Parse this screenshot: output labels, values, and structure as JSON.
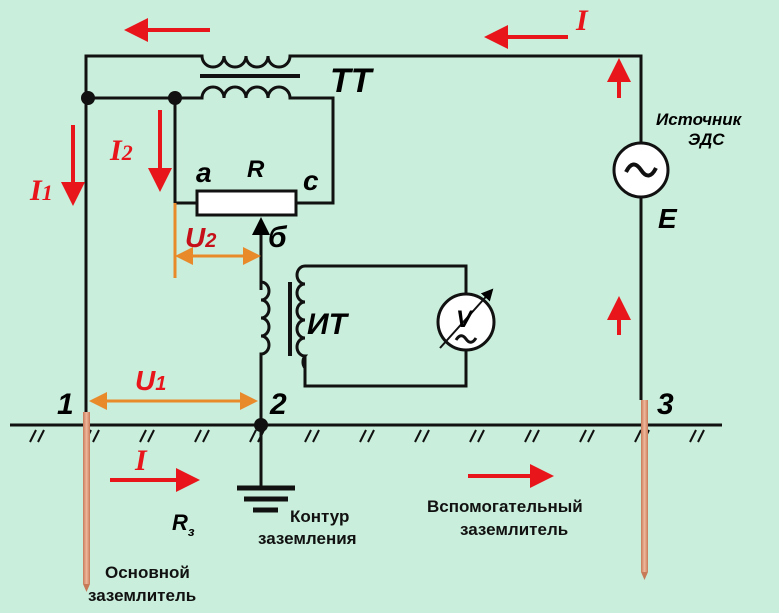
{
  "labels": {
    "tt": "ТТ",
    "it": "ИТ",
    "source": [
      "Источник",
      "ЭДС"
    ],
    "e": "E",
    "a": "a",
    "r": "R",
    "c": "c",
    "b": "б",
    "node1": "1",
    "node2": "2",
    "node3": "3",
    "voltmeter": "V",
    "rz": "R",
    "rz_sub": "з"
  },
  "currents": {
    "i_top": "I",
    "i1": "I",
    "i1_sub": "1",
    "i2": "I",
    "i2_sub": "2",
    "i_ground": "I"
  },
  "voltages": {
    "u1": "U",
    "u1_sub": "1",
    "u2": "U",
    "u2_sub": "2"
  },
  "captions": {
    "main_electrode": [
      "Основной",
      "заземлитель"
    ],
    "ground_loop": [
      "Контур",
      "заземления"
    ],
    "aux_electrode": [
      "Вспомогательный",
      "заземлитель"
    ]
  },
  "colors": {
    "background": "#c9eedb",
    "current": "#e8151b",
    "voltage": "#e8892a",
    "rod": "#d9916d"
  }
}
